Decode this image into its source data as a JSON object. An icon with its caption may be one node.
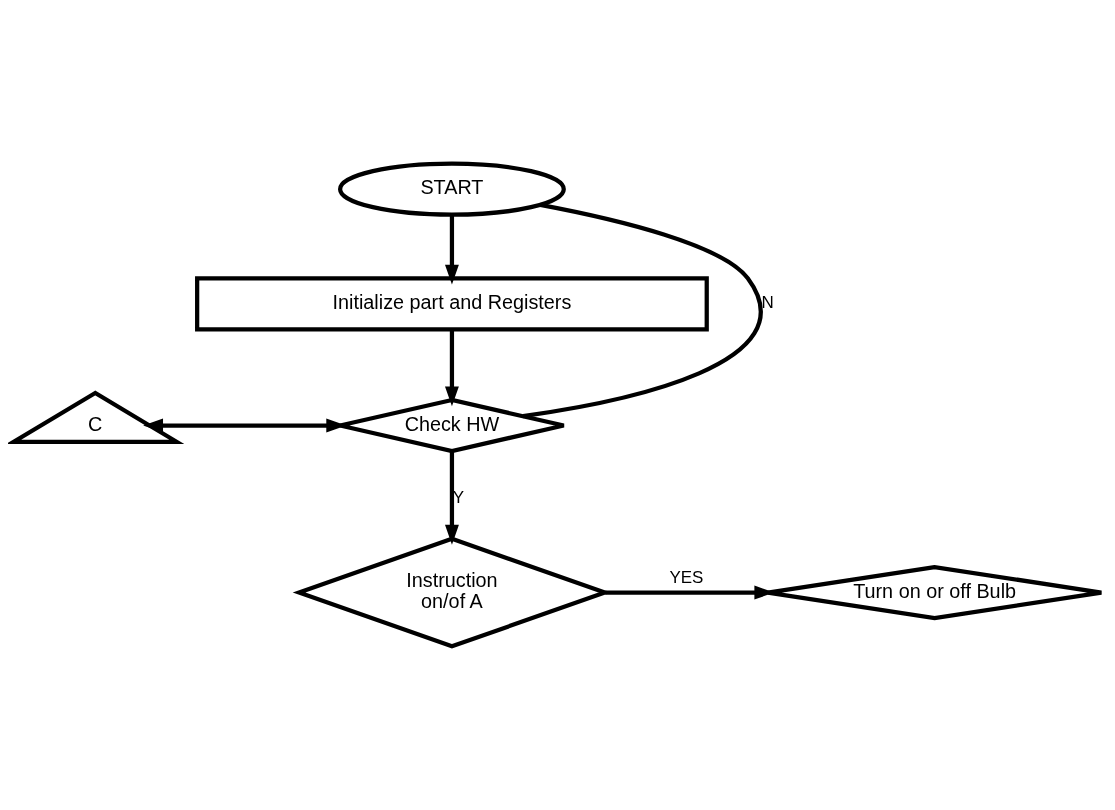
{
  "diagram": {
    "nodes": [
      {
        "text": [
          "START"
        ]
      },
      {
        "text": [
          "Initialize part and Registers"
        ]
      },
      {
        "text": [
          "Check HW"
        ]
      },
      {
        "text": [
          "C"
        ]
      },
      {
        "text": [
          "Instruction",
          "on/of A"
        ]
      },
      {
        "text": [
          "Turn on or off Bulb"
        ]
      }
    ],
    "edges": [
      {
        "from": 0,
        "to": 1,
        "arrow": "to"
      },
      {
        "from": 1,
        "to": 2,
        "arrow": "to"
      },
      {
        "from": 3,
        "to": 2,
        "arrow": "both"
      },
      {
        "from": 2,
        "to": 0,
        "arrow": "none",
        "label": "N"
      },
      {
        "from": 2,
        "to": 4,
        "arrow": "to",
        "label": "Y"
      },
      {
        "from": 4,
        "to": 5,
        "arrow": "to",
        "label": "YES"
      }
    ]
  }
}
